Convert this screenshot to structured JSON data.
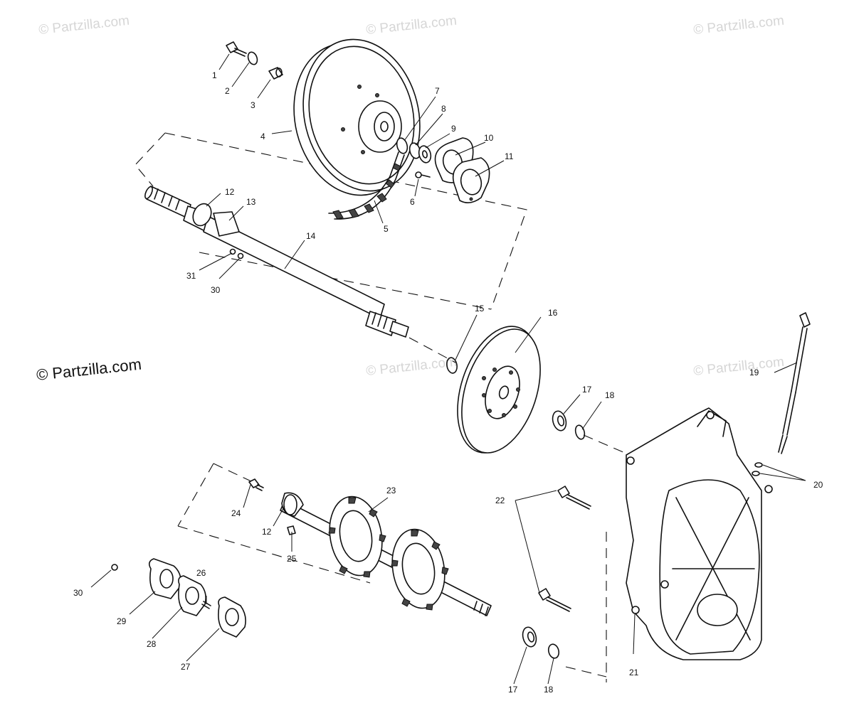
{
  "watermarks": {
    "main": "© Partzilla.com",
    "faint": "© Partzilla.com"
  },
  "callouts": {
    "c1": "1",
    "c2": "2",
    "c3": "3",
    "c4": "4",
    "c5": "5",
    "c6": "6",
    "c7": "7",
    "c8": "8",
    "c9": "9",
    "c10": "10",
    "c11": "11",
    "c12a": "12",
    "c13": "13",
    "c14": "14",
    "c15": "15",
    "c16": "16",
    "c17a": "17",
    "c18a": "18",
    "c19": "19",
    "c20": "20",
    "c21": "21",
    "c22": "22",
    "c23": "23",
    "c24": "24",
    "c12b": "12",
    "c25": "25",
    "c26": "26",
    "c27": "27",
    "c28": "28",
    "c29": "29",
    "c30a": "30",
    "c30b": "30",
    "c31": "31",
    "c17b": "17",
    "c18b": "18"
  }
}
